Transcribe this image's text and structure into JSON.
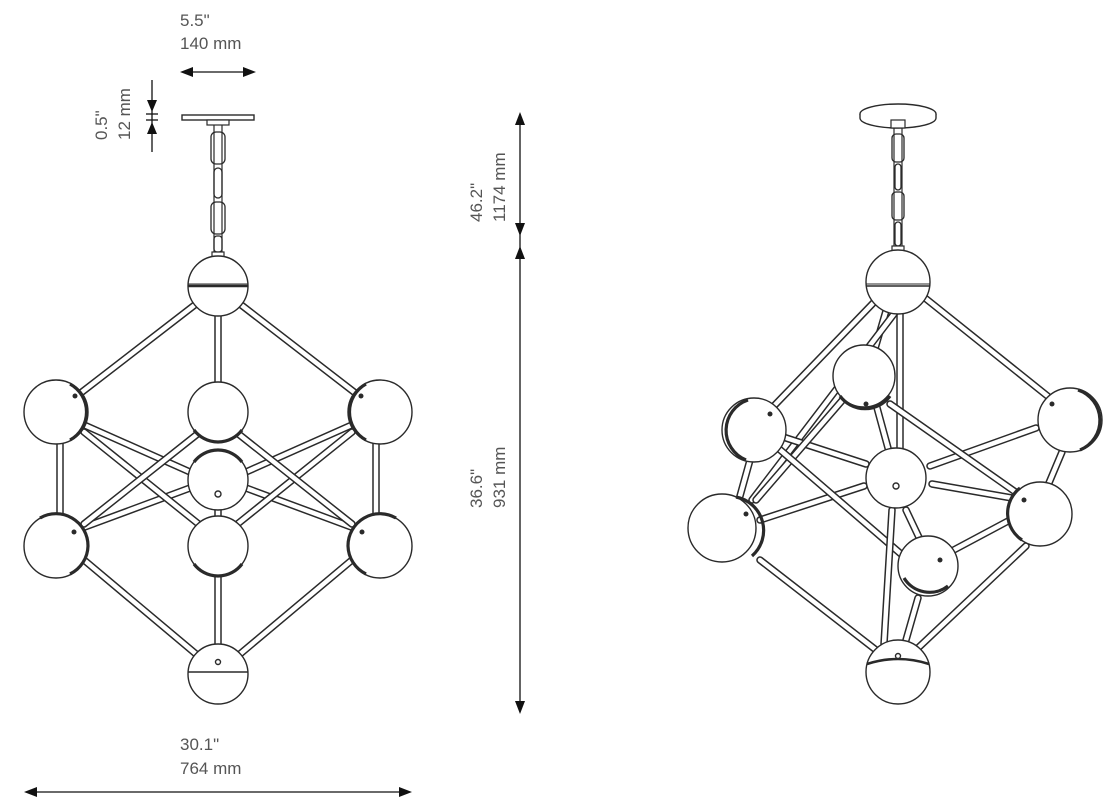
{
  "dimensions": {
    "canopy_width": {
      "inch": "5.5\"",
      "mm": "140 mm"
    },
    "canopy_height": {
      "inch": "0.5\"",
      "mm": "12 mm"
    },
    "chain_length": {
      "inch": "46.2\"",
      "mm": "1174 mm"
    },
    "fixture_height": {
      "inch": "36.6\"",
      "mm": "931 mm"
    },
    "fixture_width": {
      "inch": "30.1\"",
      "mm": "764 mm"
    }
  },
  "views": [
    "front-elevation",
    "perspective"
  ],
  "colors": {
    "line": "#2a2a2a",
    "dimension_text": "#555555",
    "background": "#ffffff"
  }
}
